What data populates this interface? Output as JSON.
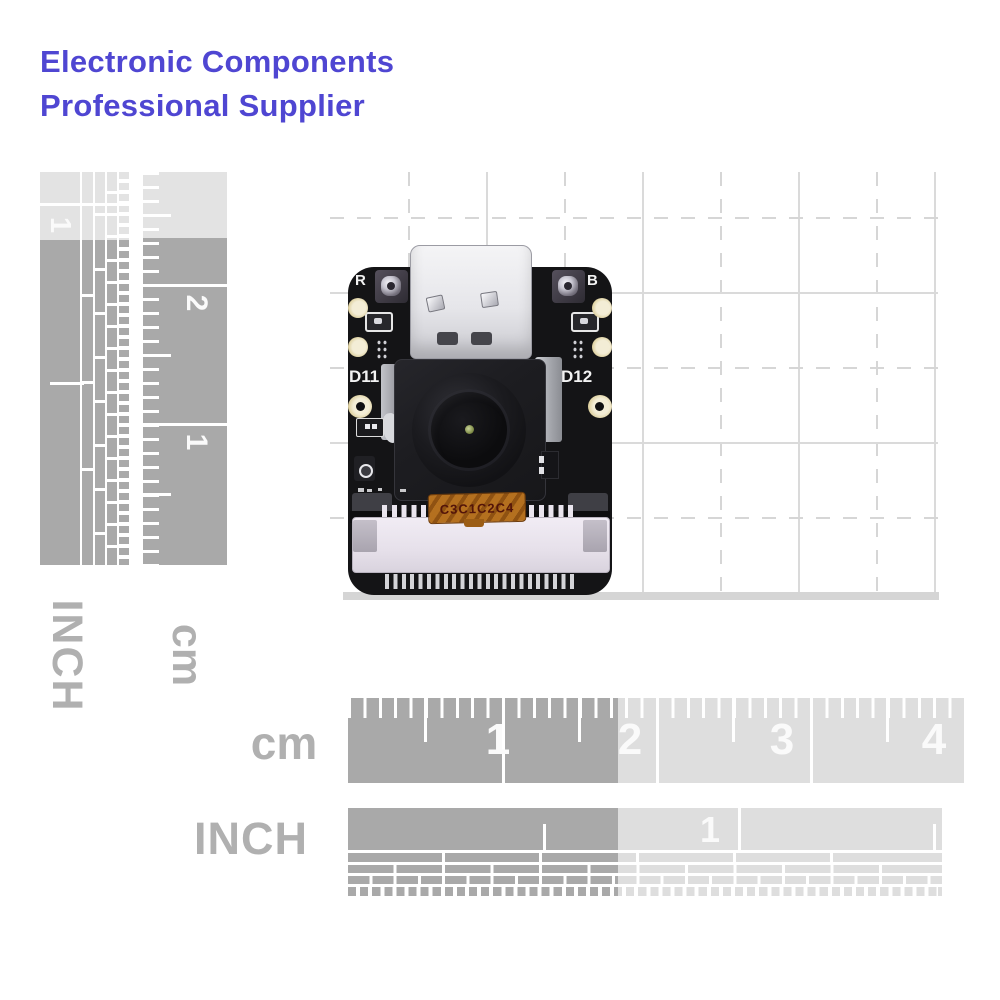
{
  "header": {
    "line1": "Electronic Components",
    "line2": "Professional Supplier"
  },
  "rulers": {
    "vertical_inch": {
      "label": "INCH",
      "numbers": [
        "1"
      ]
    },
    "vertical_cm": {
      "label": "cm",
      "numbers": [
        "2",
        "1"
      ]
    },
    "horizontal_cm": {
      "label": "cm",
      "numbers": [
        "1",
        "2",
        "3",
        "4"
      ]
    },
    "horizontal_inch": {
      "label": "INCH",
      "numbers": [
        "1"
      ]
    }
  },
  "board": {
    "silkscreen": {
      "top_left": "R",
      "top_right": "B",
      "mid_left": "D11",
      "mid_right": "D12"
    },
    "flex_marking": "C3C1C2C4"
  },
  "colors": {
    "accent_purple": "#4F46D2",
    "ruler_dark_gray": "#a9a9a9",
    "ruler_light_gray": "#dedede",
    "ruler_label_gray": "#b0b0b0",
    "grid_line": "#d8d8d8",
    "pcb_black": "#141416",
    "pad_cream": "#ecdfac",
    "usb_silver": "#e9e9ec",
    "flex_orange": "#b4701f"
  }
}
